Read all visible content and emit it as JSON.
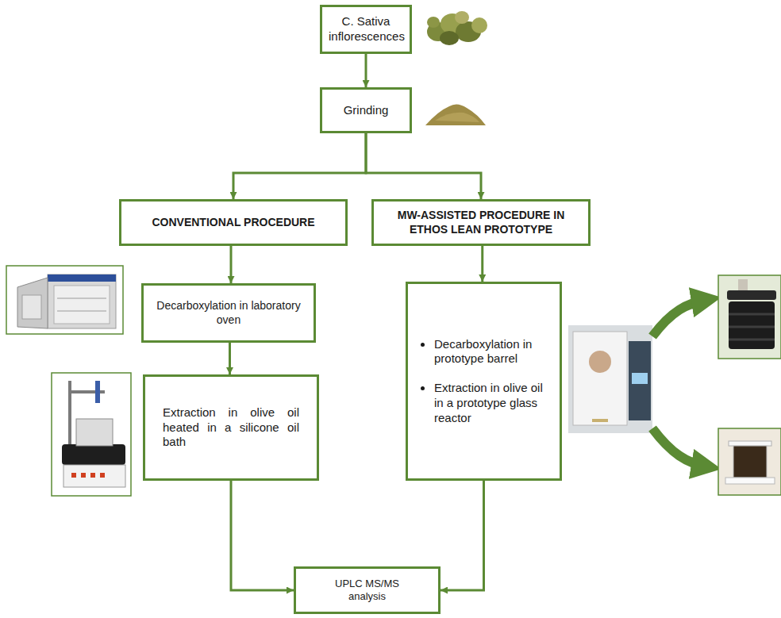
{
  "diagram": {
    "nodes": [
      {
        "text": [
          "C. Sativa inflorescences"
        ]
      },
      {
        "text": [
          "Grinding"
        ]
      },
      {
        "text": [
          "CONVENTIONAL PROCEDURE"
        ]
      },
      {
        "text": [
          "MW-ASSISTED PROCEDURE IN ETHOS LEAN PROTOTYPE"
        ]
      },
      {
        "text": [
          "Decarboxylation in laboratory oven"
        ]
      },
      {
        "text": [
          "Extraction in olive oil heated in a silicone oil bath"
        ]
      },
      {
        "text": [
          "Decarboxylation in prototype barrel",
          "Extraction in olive oil in a prototype glass reactor"
        ]
      },
      {
        "text": [
          "UPLC MS/MS analysis"
        ]
      }
    ],
    "edges": [
      {
        "from": 0,
        "to": 1,
        "arrow": "to"
      },
      {
        "from": 1,
        "to": 2,
        "arrow": "to"
      },
      {
        "from": 1,
        "to": 3,
        "arrow": "to"
      },
      {
        "from": 2,
        "to": 4,
        "arrow": "to"
      },
      {
        "from": 4,
        "to": 5,
        "arrow": "to"
      },
      {
        "from": 3,
        "to": 6,
        "arrow": "to"
      },
      {
        "from": 5,
        "to": 7,
        "arrow": "to"
      },
      {
        "from": 6,
        "to": 7,
        "arrow": "to"
      }
    ]
  }
}
